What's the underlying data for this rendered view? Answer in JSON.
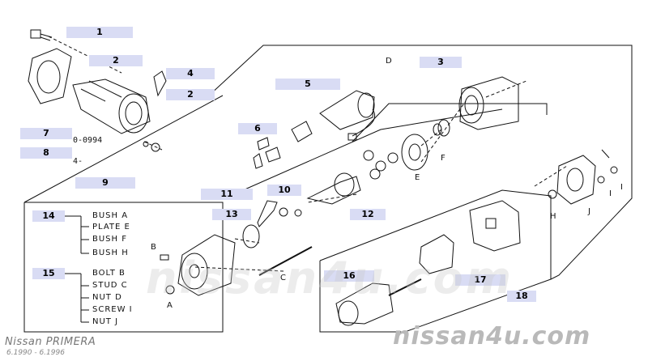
{
  "callouts": [
    "1",
    "2",
    "4",
    "2",
    "5",
    "3",
    "6",
    "7",
    "8",
    "9",
    "11",
    "10",
    "12",
    "13",
    "14",
    "15",
    "16",
    "17",
    "18"
  ],
  "inline_text": [
    "0-0994",
    "4-"
  ],
  "letters": [
    "D",
    "B",
    "A",
    "C",
    "E",
    "F",
    "H",
    "J",
    "I",
    "I"
  ],
  "legend_14": [
    "BUSH A",
    "PLATE E",
    "BUSH F",
    "BUSH H"
  ],
  "legend_15": [
    "BOLT B",
    "STUD C",
    "NUT D",
    "SCREW I",
    "NUT J"
  ],
  "footer": {
    "model": "Nissan PRIMERA",
    "dates": "6.1990 - 6.1996"
  },
  "watermark": {
    "center": "nissan4u.com",
    "corner": "nissan4u.com"
  }
}
